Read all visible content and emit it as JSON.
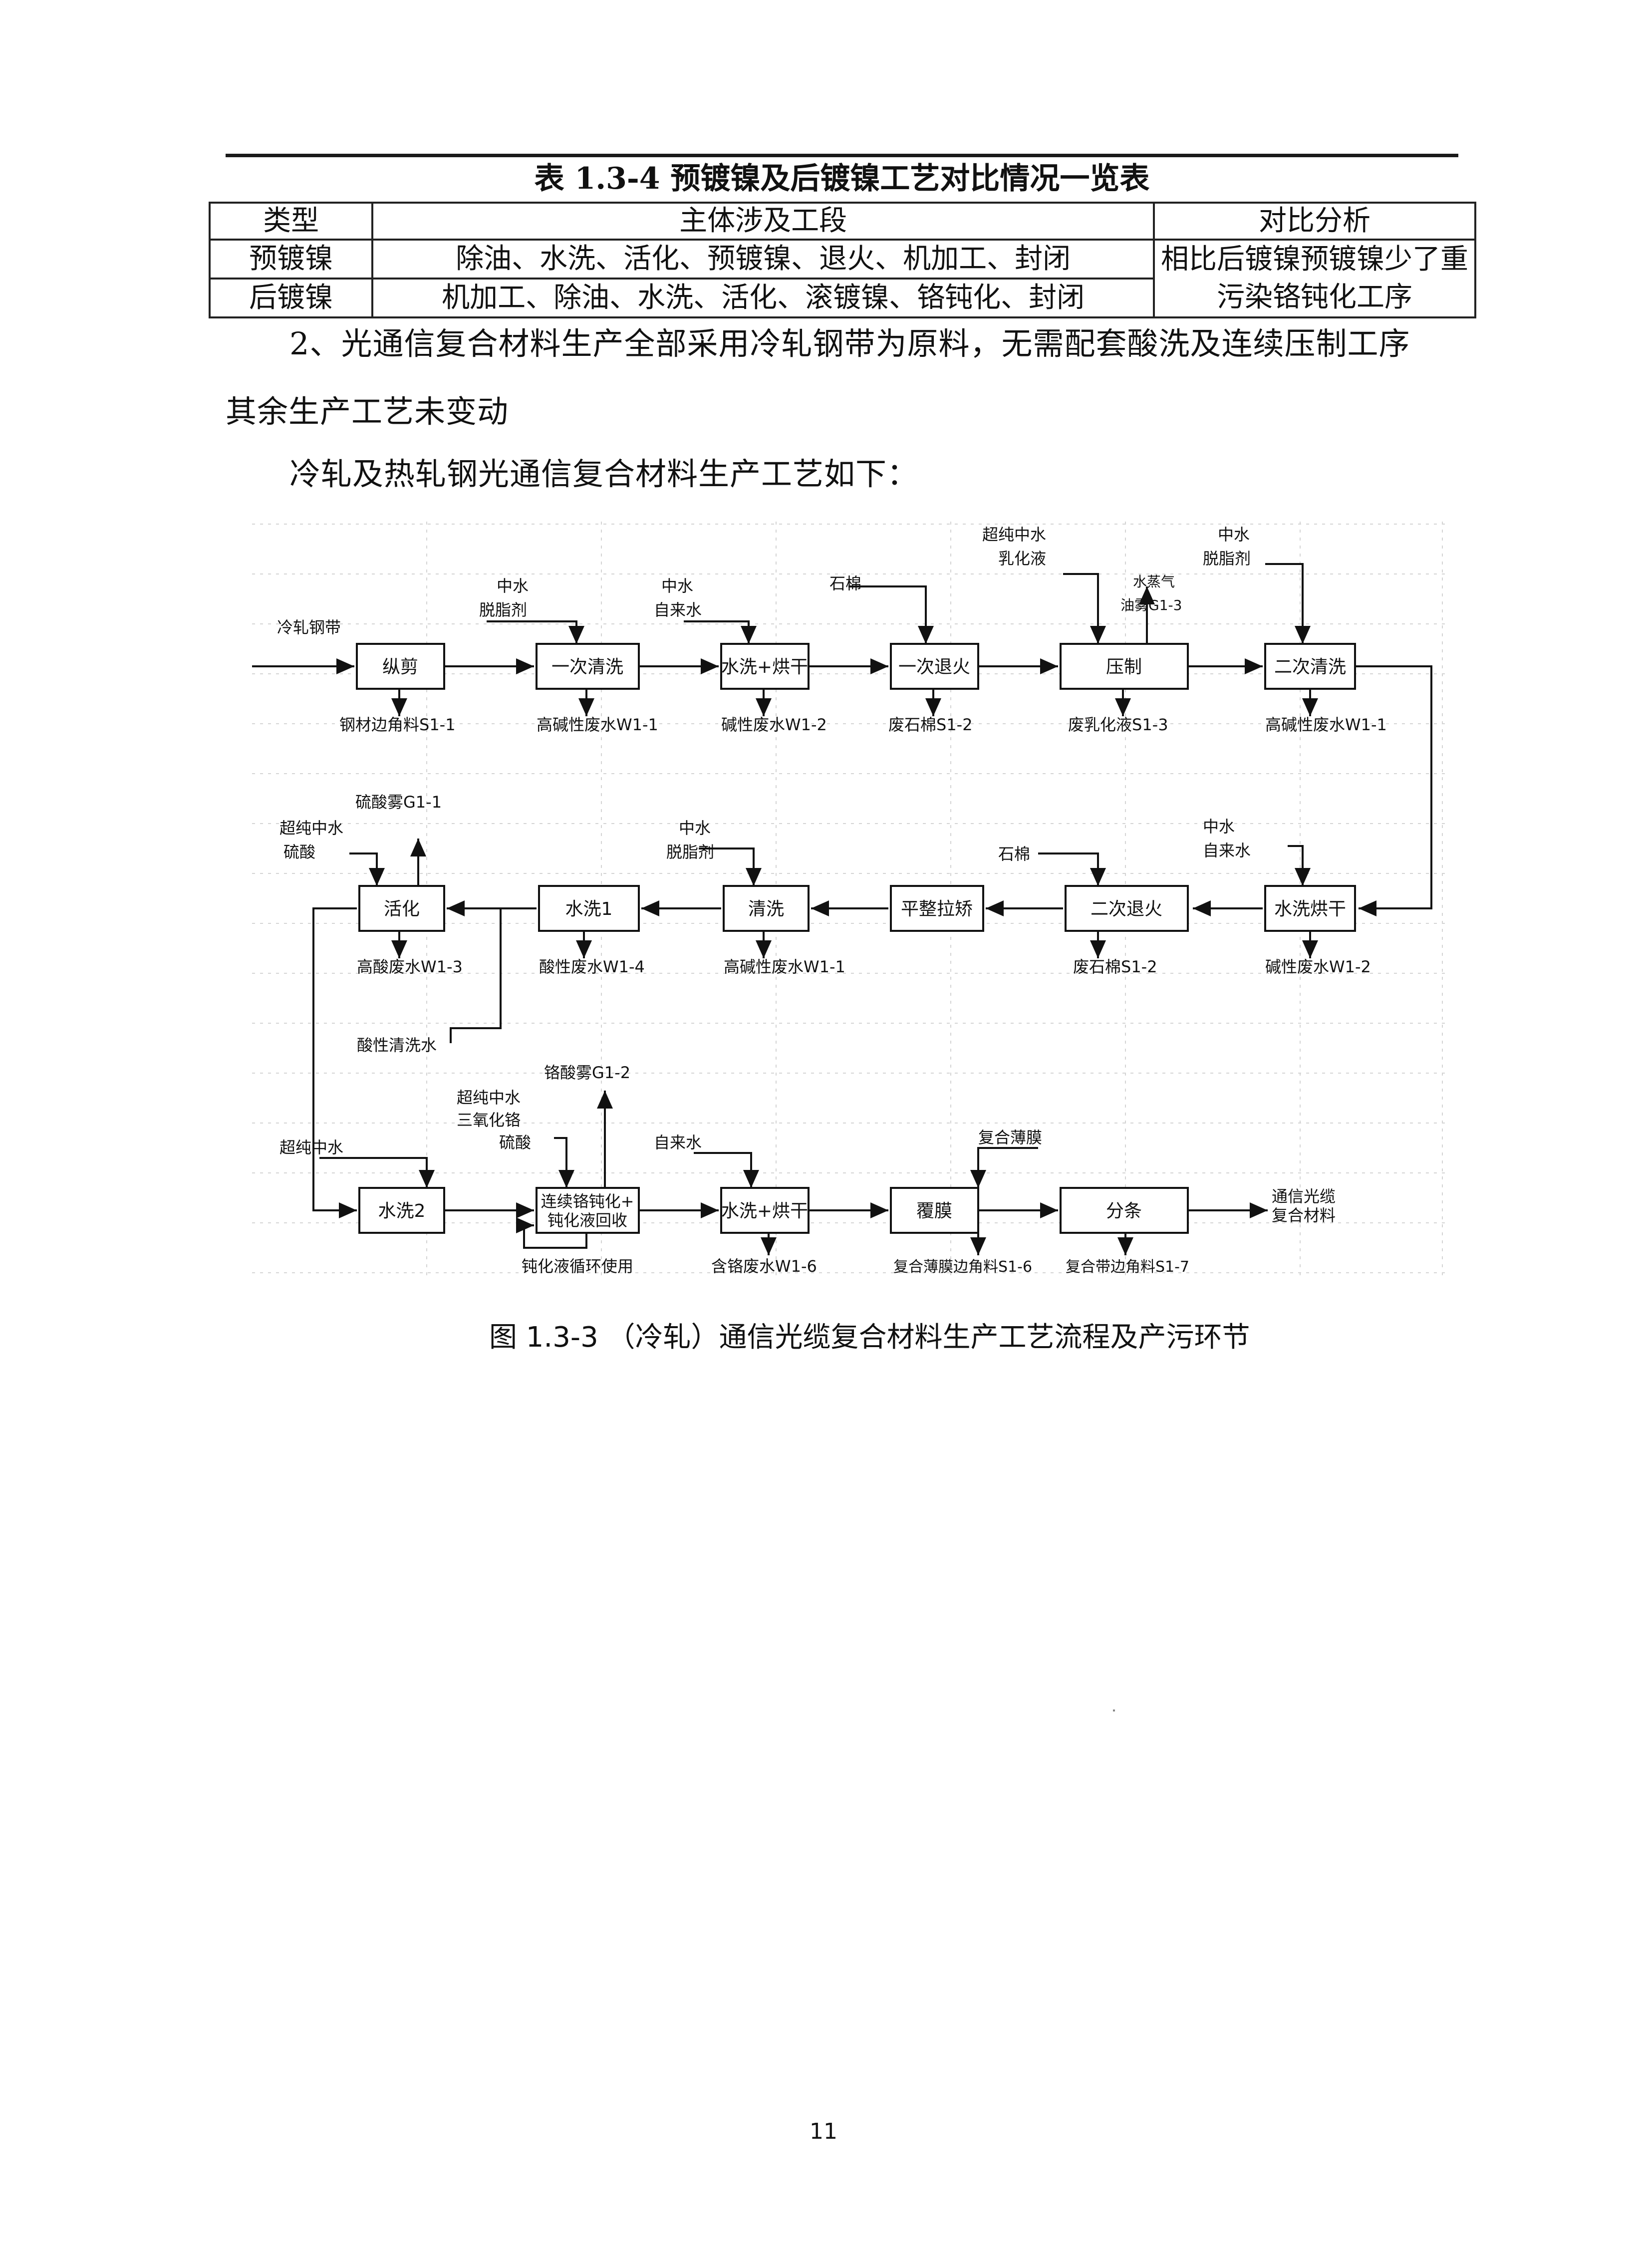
{
  "table": {
    "title": "表 1.3-4  预镀镍及后镀镍工艺对比情况一览表",
    "headers": [
      "类型",
      "主体涉及工段",
      "对比分析"
    ],
    "rows": [
      {
        "type": "预镀镍",
        "stages": "除油、水洗、活化、预镀镍、退火、机加工、封闭"
      },
      {
        "type": "后镀镍",
        "stages": "机加工、除油、水洗、活化、滚镀镍、铬钝化、封闭"
      }
    ],
    "analysis": "相比后镀镍预镀镍少了重污染铬钝化工序"
  },
  "paragraphs": {
    "p1": "2、光通信复合材料生产全部采用冷轧钢带为原料，无需配套酸洗及连续压制工序",
    "p2": "其余生产工艺未变动",
    "p3": "冷轧及热轧钢光通信复合材料生产工艺如下："
  },
  "flow": {
    "input": "冷轧钢带",
    "output_line1": "通信光缆",
    "output_line2": "复合材料",
    "nodes": {
      "zongjian": "纵剪",
      "qingxi1": "一次清洗",
      "shuixihonggan1": "水洗+烘干",
      "tuihuo1": "一次退火",
      "yazhi": "压制",
      "qingxi2": "二次清洗",
      "shuixihonggan2": "水洗烘干",
      "tuihuo2": "二次退火",
      "pingzheng": "平整拉矫",
      "qingxi": "清洗",
      "shuixi1": "水洗1",
      "huohua": "活化",
      "shuixi2": "水洗2",
      "dunhua_l1": "连续铬钝化+",
      "dunhua_l2": "钝化液回收",
      "shuixihonggan3": "水洗+烘干",
      "fumo": "覆膜",
      "fentiao": "分条"
    },
    "inputs": {
      "qingxi1_a": "中水",
      "qingxi1_b": "脱脂剂",
      "shuixi1_a": "中水",
      "shuixi1_b": "自来水",
      "tuihuo1": "石棉",
      "yazhi_a": "超纯中水",
      "yazhi_b": "乳化液",
      "qingxi2_a": "中水",
      "qingxi2_b": "脱脂剂",
      "shuixihonggan2_a": "中水",
      "shuixihonggan2_b": "自来水",
      "tuihuo2": "石棉",
      "qingxi_a": "中水",
      "qingxi_b": "脱脂剂",
      "huohua_a": "超纯中水",
      "huohua_b": "硫酸",
      "acid_rinse": "酸性清洗水",
      "shuixi2": "超纯中水",
      "dunhua_a": "超纯中水",
      "dunhua_b": "三氧化铬",
      "dunhua_c": "硫酸",
      "shuixihonggan3": "自来水",
      "fumo": "复合薄膜"
    },
    "emissions": {
      "yazhi_a": "水蒸气",
      "yazhi_b": "油雾G1-3",
      "huohua": "硫酸雾G1-1",
      "dunhua": "铬酸雾G1-2"
    },
    "wastes": {
      "zongjian": "钢材边角料S1-1",
      "qingxi1": "高碱性废水W1-1",
      "shuixihonggan1": "碱性废水W1-2",
      "tuihuo1": "废石棉S1-2",
      "yazhi": "废乳化液S1-3",
      "qingxi2": "高碱性废水W1-1",
      "huohua": "高酸废水W1-3",
      "shuixi1": "酸性废水W1-4",
      "qingxi": "高碱性废水W1-1",
      "tuihuo2": "废石棉S1-2",
      "shuixihonggan2": "碱性废水W1-2",
      "dunhua": "钝化液循环使用",
      "shuixihonggan3": "含铬废水W1-6",
      "fumo": "复合薄膜边角料S1-6",
      "fentiao": "复合带边角料S1-7"
    }
  },
  "figure_caption": "图 1.3-3  （冷轧）通信光缆复合材料生产工艺流程及产污环节",
  "page_number": "11"
}
